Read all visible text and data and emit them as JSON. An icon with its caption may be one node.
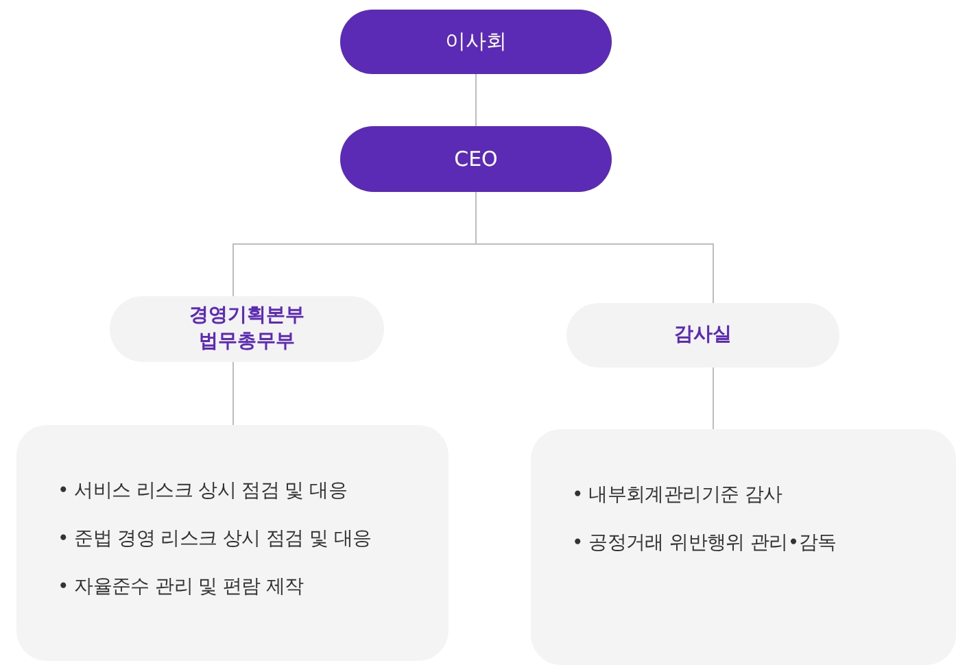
{
  "diagram": {
    "nodes": [
      {
        "text": [
          "이사회"
        ]
      },
      {
        "text": [
          "CEO"
        ]
      },
      {
        "text": [
          "경영기획본부 법무총무부"
        ]
      },
      {
        "text": [
          "감사실"
        ]
      },
      {
        "text": [
          "• 서비스 리스크 상시 점검 및 대응",
          "• 준법 경영 리스크 상시 점검 및 대응",
          "• 자율준수 관리 및 편람 제작"
        ]
      },
      {
        "text": [
          "• 내부회계관리기준 감사",
          "• 공정거래 위반행위 관리•감독"
        ]
      }
    ],
    "edges": [
      {
        "from": 0,
        "to": 1,
        "arrow": "none"
      },
      {
        "from": 1,
        "to": 2,
        "arrow": "none"
      },
      {
        "from": 1,
        "to": 3,
        "arrow": "none"
      },
      {
        "from": 2,
        "to": 4,
        "arrow": "none"
      },
      {
        "from": 3,
        "to": 5,
        "arrow": "none"
      }
    ]
  }
}
